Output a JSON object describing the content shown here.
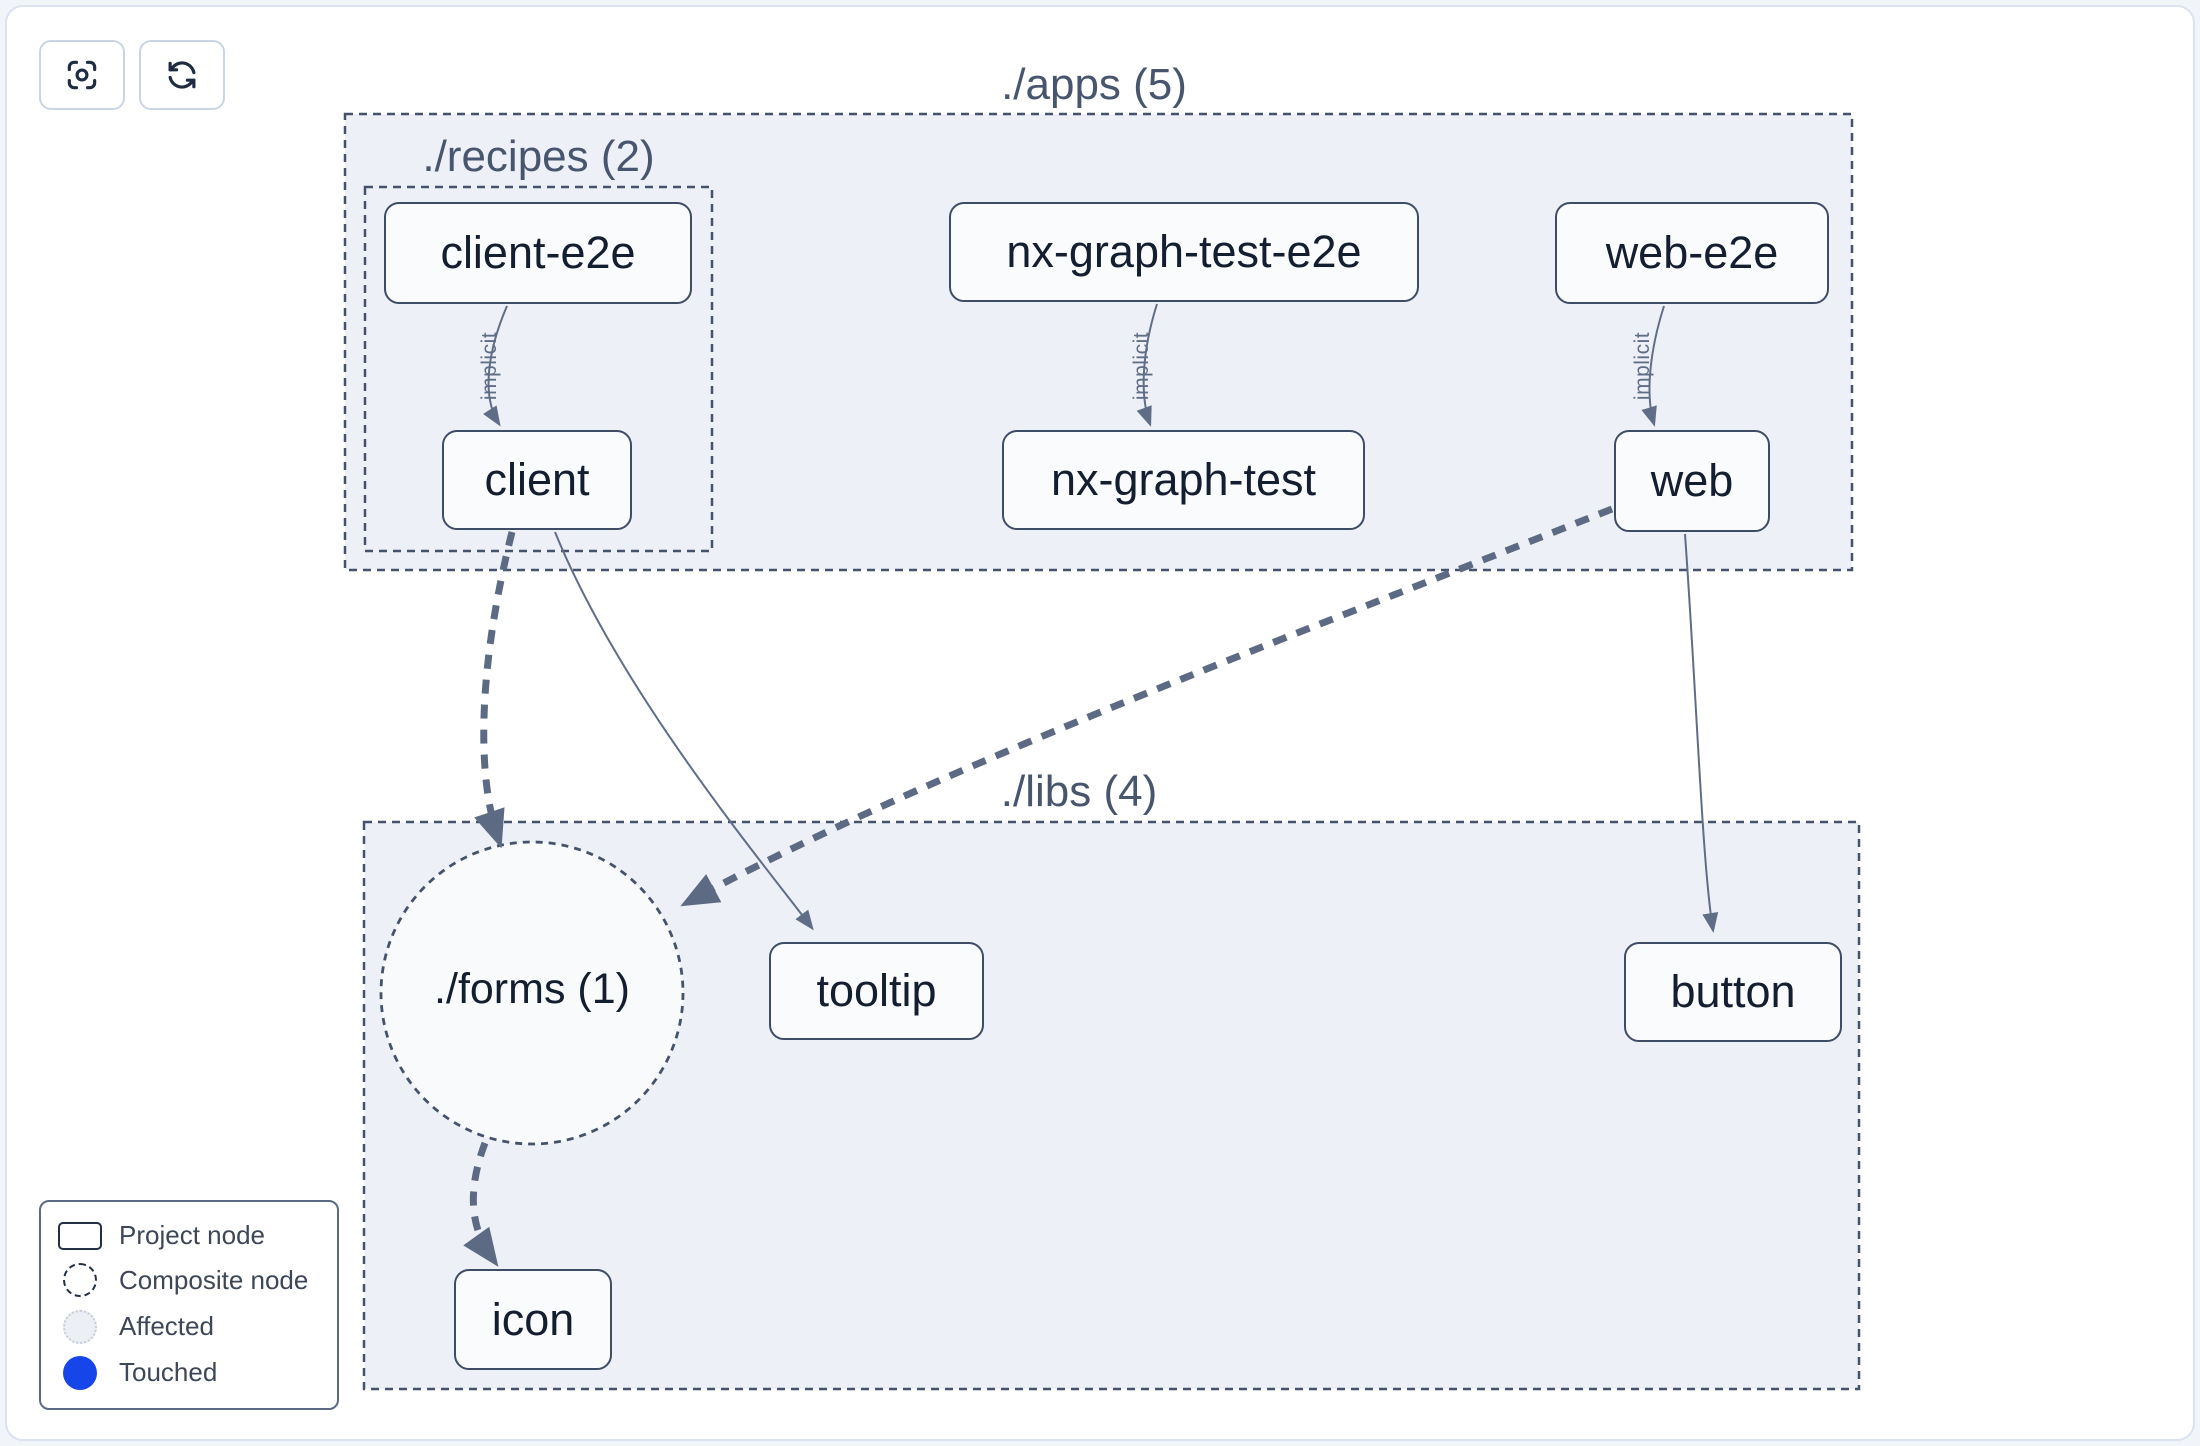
{
  "toolbar": {
    "buttons": [
      {
        "name": "focus",
        "icon": "focus-crosshair-icon"
      },
      {
        "name": "refresh",
        "icon": "refresh-arrows-icon"
      }
    ]
  },
  "containers": {
    "apps": {
      "label": "./apps (5)"
    },
    "recipes": {
      "label": "./recipes (2)"
    },
    "libs": {
      "label": "./libs (4)"
    },
    "forms": {
      "label": "./forms (1)"
    }
  },
  "nodes": {
    "client_e2e": "client-e2e",
    "client": "client",
    "nx_graph_test_e2e": "nx-graph-test-e2e",
    "nx_graph_test": "nx-graph-test",
    "web_e2e": "web-e2e",
    "web": "web",
    "tooltip": "tooltip",
    "button": "button",
    "icon": "icon"
  },
  "edges": [
    {
      "from": "client-e2e",
      "to": "client",
      "label": "implicit",
      "style": "solid-thin"
    },
    {
      "from": "nx-graph-test-e2e",
      "to": "nx-graph-test",
      "label": "implicit",
      "style": "solid-thin"
    },
    {
      "from": "web-e2e",
      "to": "web",
      "label": "implicit",
      "style": "solid-thin"
    },
    {
      "from": "client",
      "to": "./forms (1)",
      "label": "",
      "style": "dashed-thick"
    },
    {
      "from": "client",
      "to": "tooltip",
      "label": "",
      "style": "solid-thin"
    },
    {
      "from": "web",
      "to": "./forms (1)",
      "label": "",
      "style": "dashed-thick"
    },
    {
      "from": "web",
      "to": "button",
      "label": "",
      "style": "solid-thin"
    },
    {
      "from": "./forms (1)",
      "to": "icon",
      "label": "",
      "style": "dashed-thick"
    }
  ],
  "legend": {
    "items": [
      {
        "label": "Project node",
        "swatch": "project-rect"
      },
      {
        "label": "Composite node",
        "swatch": "composite-dashed-circle"
      },
      {
        "label": "Affected",
        "swatch": "affected-light-circle"
      },
      {
        "label": "Touched",
        "swatch": "touched-blue-circle"
      }
    ]
  },
  "colors": {
    "container_fill": "#edf1f7",
    "container_border": "#44536b",
    "node_fill": "#fafbfd",
    "node_border": "#3e4d66",
    "edge": "#5f6e86",
    "touched_blue": "#1646ea",
    "canvas_border": "#dbe2f0"
  }
}
